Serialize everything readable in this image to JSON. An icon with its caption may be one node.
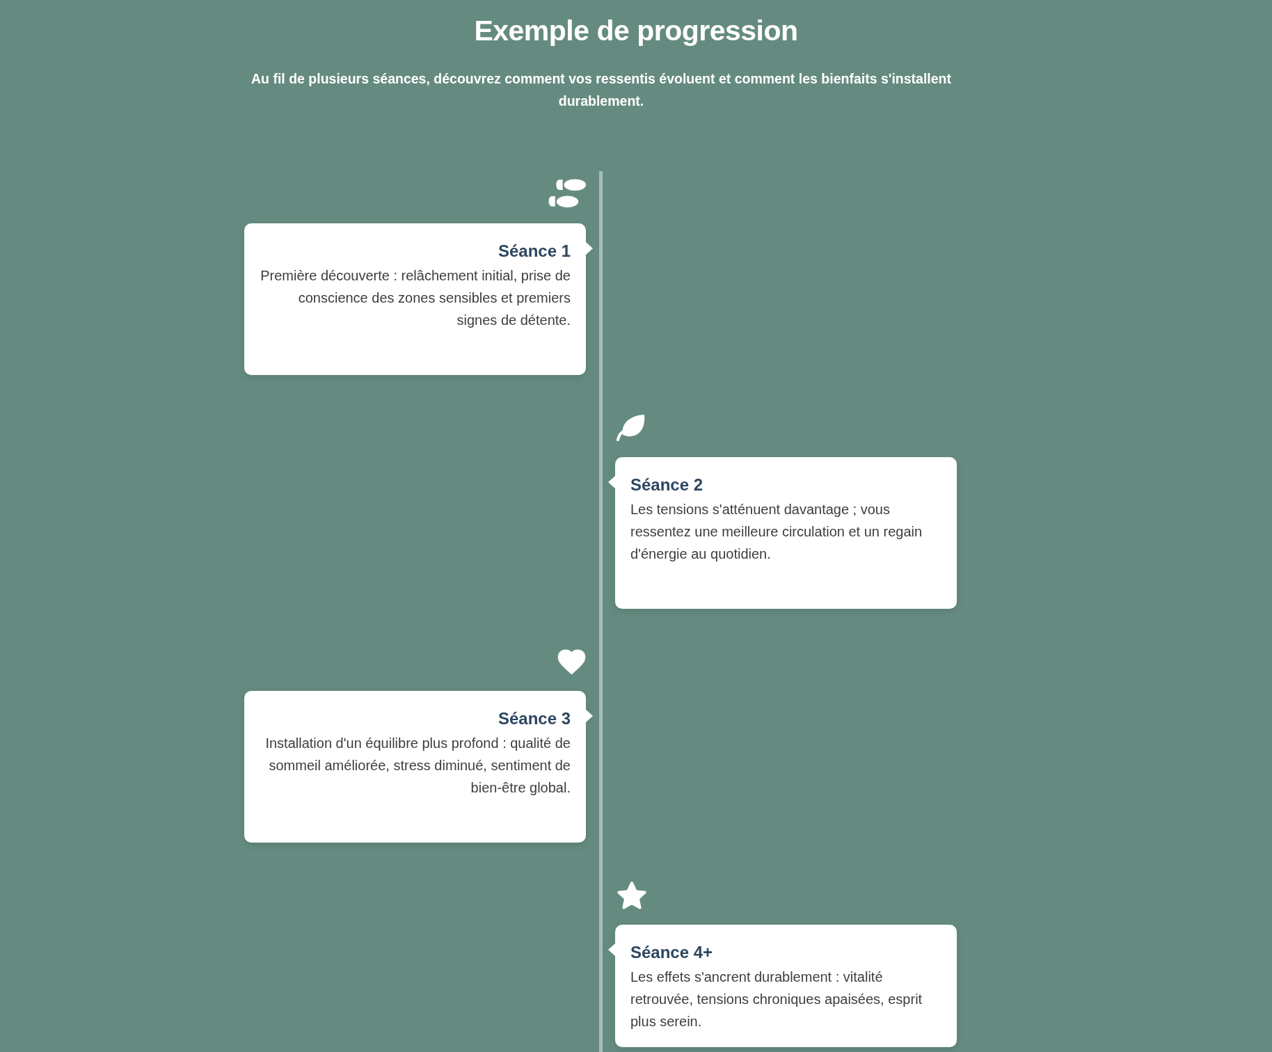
{
  "diagram": {
    "title": "Exemple de progression",
    "nodes": [
      {
        "text": [
          "Séance 1",
          "Première découverte : relâchement initial, prise de conscience des zones sensibles et premiers signes de détente."
        ]
      },
      {
        "text": [
          "Séance 2",
          "Les tensions s'atténuent davantage ; vous ressentez une meilleure circulation et un regain d'énergie au quotidien."
        ]
      },
      {
        "text": [
          "Séance 3",
          "Installation d'un équilibre plus profond : qualité de sommeil améliorée, stress diminué, sentiment de bien-être global."
        ]
      },
      {
        "text": [
          "Séance 4+",
          "Les effets s'ancrent durablement : vitalité retrouvée, tensions chroniques apaisées, esprit plus serein."
        ]
      }
    ],
    "labels": [
      "Au fil de plusieurs séances, découvrez comment vos ressentis évoluent et comment les bienfaits s'installent durablement."
    ]
  }
}
